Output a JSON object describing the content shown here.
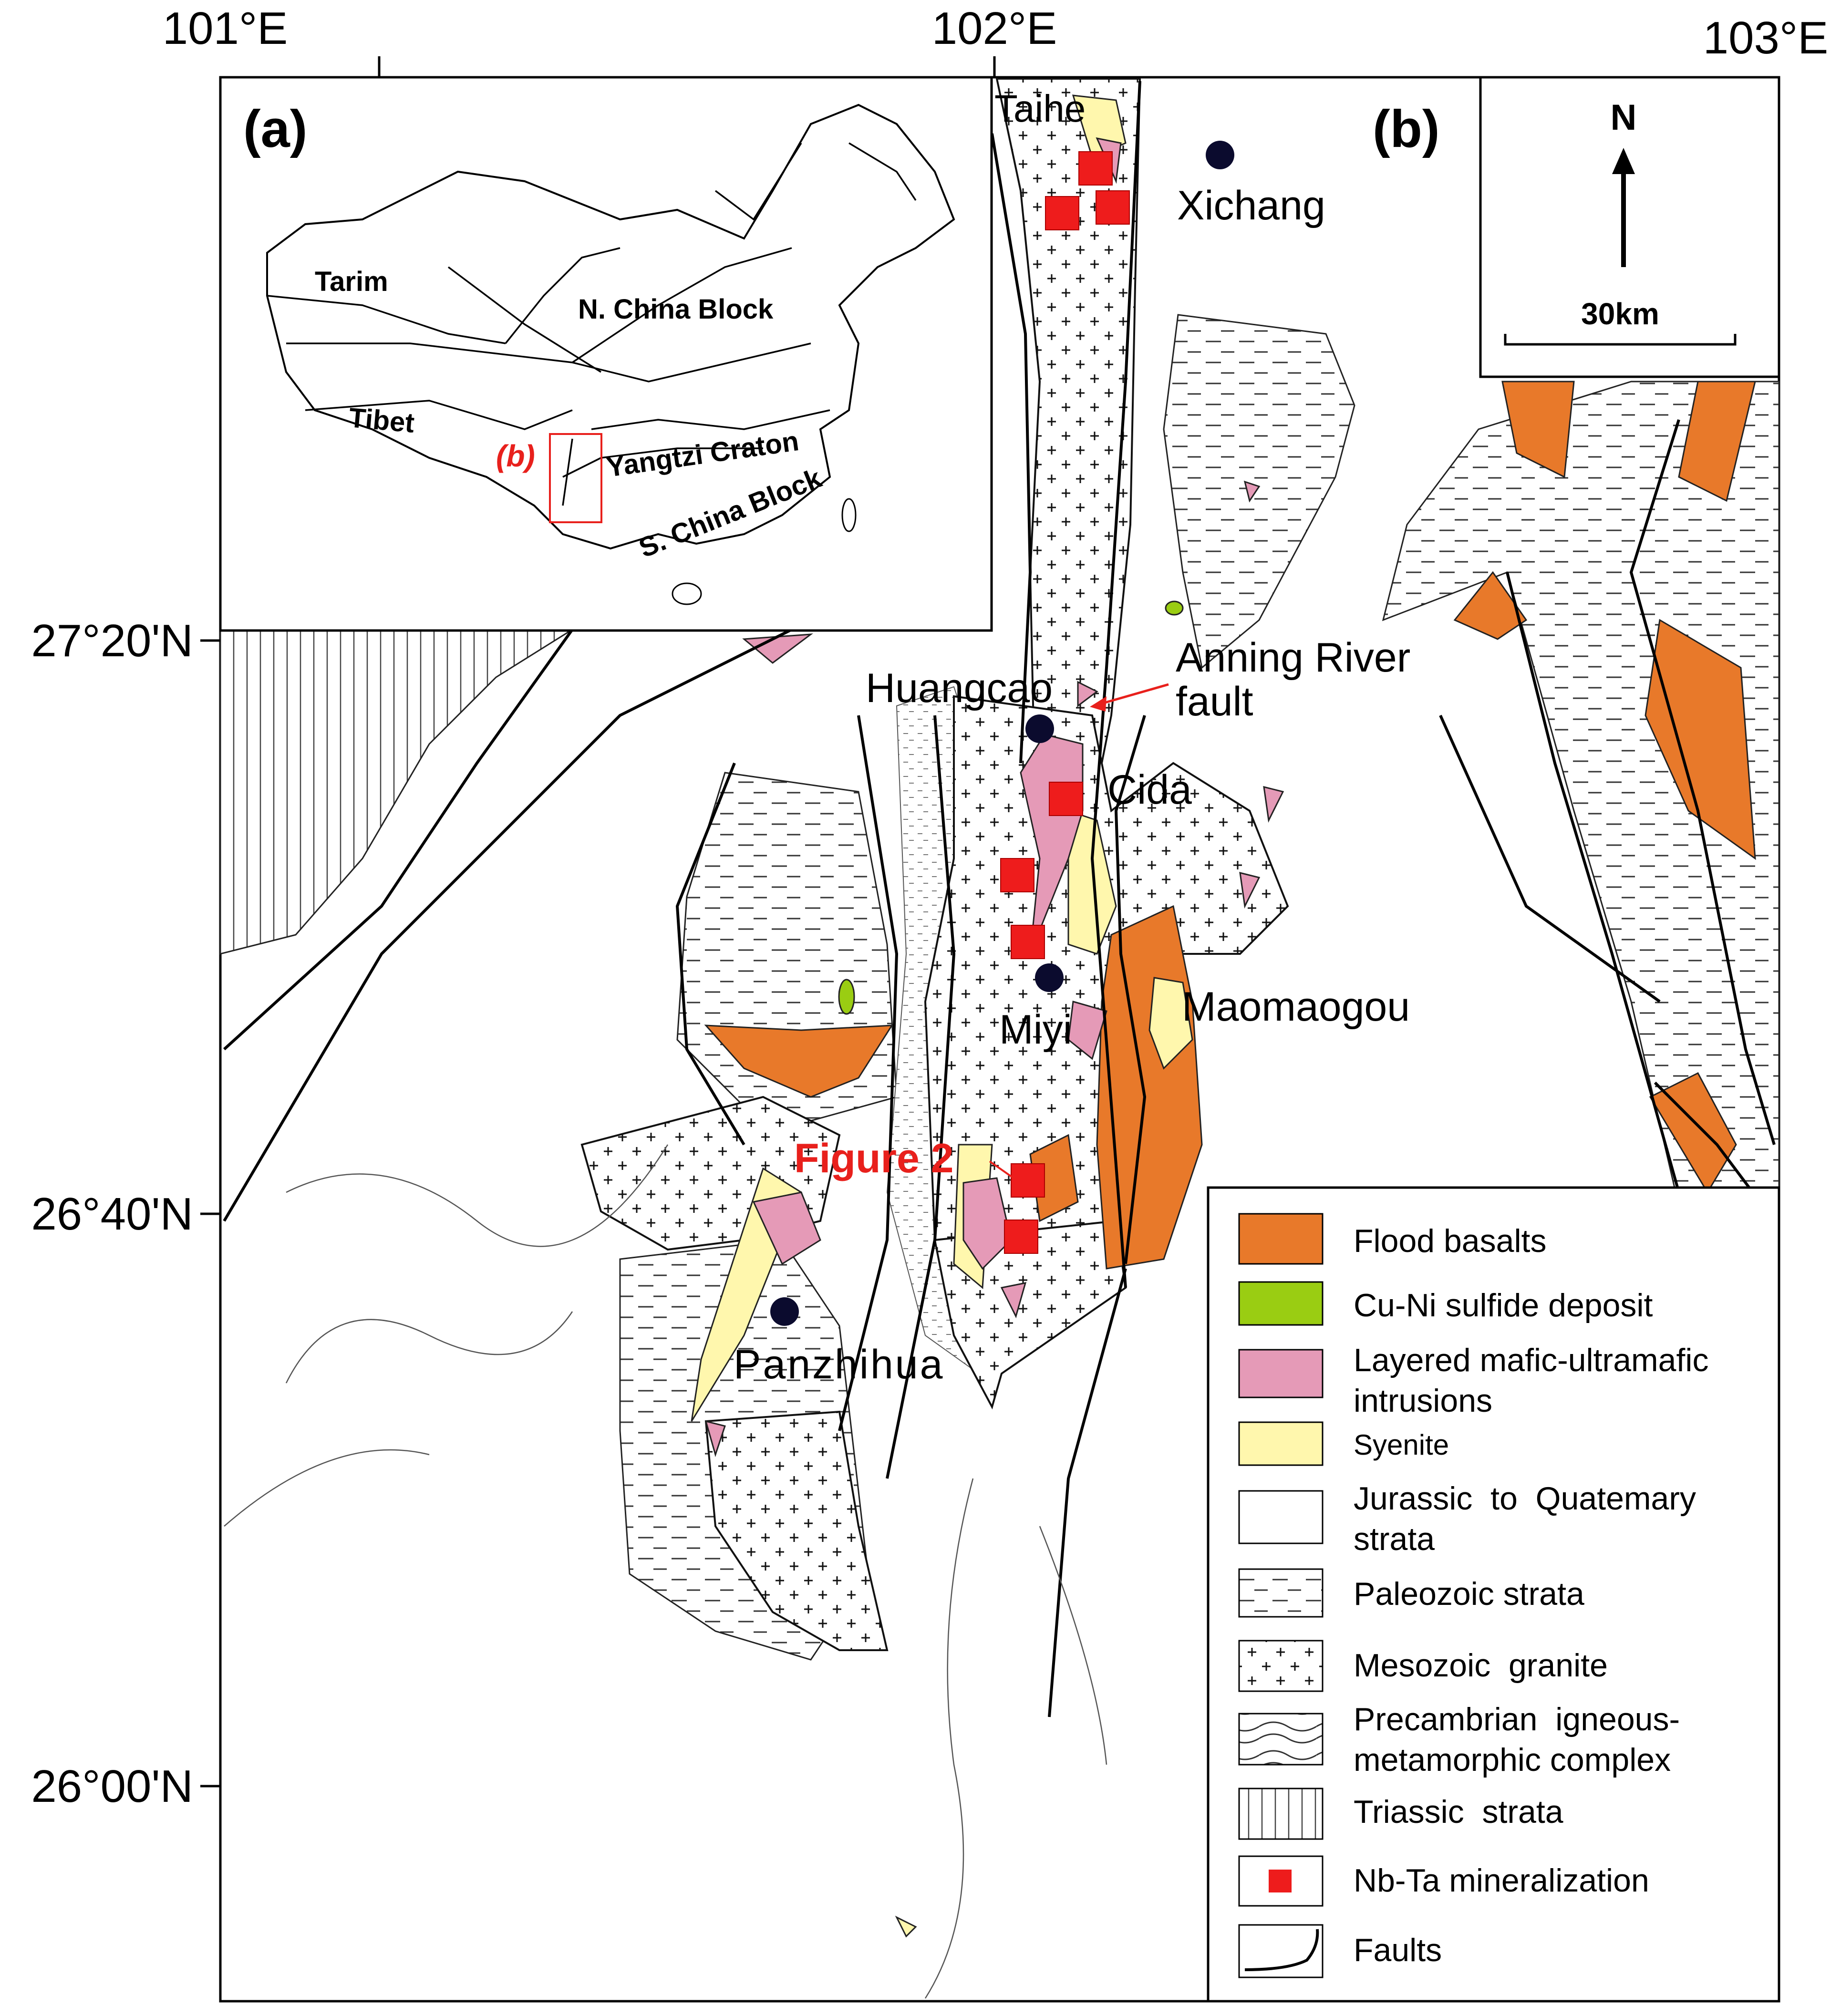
{
  "coordinates": {
    "longitudes": [
      "101°E",
      "102°E",
      "103°E"
    ],
    "latitudes": [
      "27°20'N",
      "26°40'N",
      "26°00'N"
    ]
  },
  "inset": {
    "panel_label": "(a)",
    "regions": [
      "Tarim",
      "N. China Block",
      "Tibet",
      "Yangtzi Craton",
      "S. China Block"
    ],
    "box_label": "(b)"
  },
  "map": {
    "panel_label": "(b)",
    "places": [
      "Taihe",
      "Xichang",
      "Huangcao",
      "Cida",
      "Miyi",
      "Maomaogou",
      "Panzhihua"
    ],
    "fault_label_line1": "Anning River",
    "fault_label_line2": "fault",
    "figure_ref": "Figure 2"
  },
  "compass": {
    "north": "N",
    "scale": "30km"
  },
  "legend": {
    "items": [
      {
        "label1": "Flood basalts",
        "label2": ""
      },
      {
        "label1": "Cu-Ni sulfide deposit",
        "label2": ""
      },
      {
        "label1": "Layered mafic-ultramafic",
        "label2": "intrusions"
      },
      {
        "label1": "Syenite",
        "label2": ""
      },
      {
        "label1": "Jurassic  to  Quatemary",
        "label2": "strata"
      },
      {
        "label1": "Paleozoic strata",
        "label2": ""
      },
      {
        "label1": "Mesozoic  granite",
        "label2": ""
      },
      {
        "label1": "Precambrian  igneous-",
        "label2": "metamorphic complex"
      },
      {
        "label1": "Triassic  strata",
        "label2": ""
      },
      {
        "label1": "Nb-Ta mineralization",
        "label2": ""
      },
      {
        "label1": "Faults",
        "label2": ""
      }
    ]
  },
  "colors": {
    "flood_basalt": "#e8792a",
    "cu_ni": "#9acd12",
    "layered_intrusion": "#e59ab7",
    "syenite": "#fff7ad",
    "mineralization": "#ee1c1c",
    "highlight_red": "#e8201c",
    "town": "#0b0b2e"
  }
}
